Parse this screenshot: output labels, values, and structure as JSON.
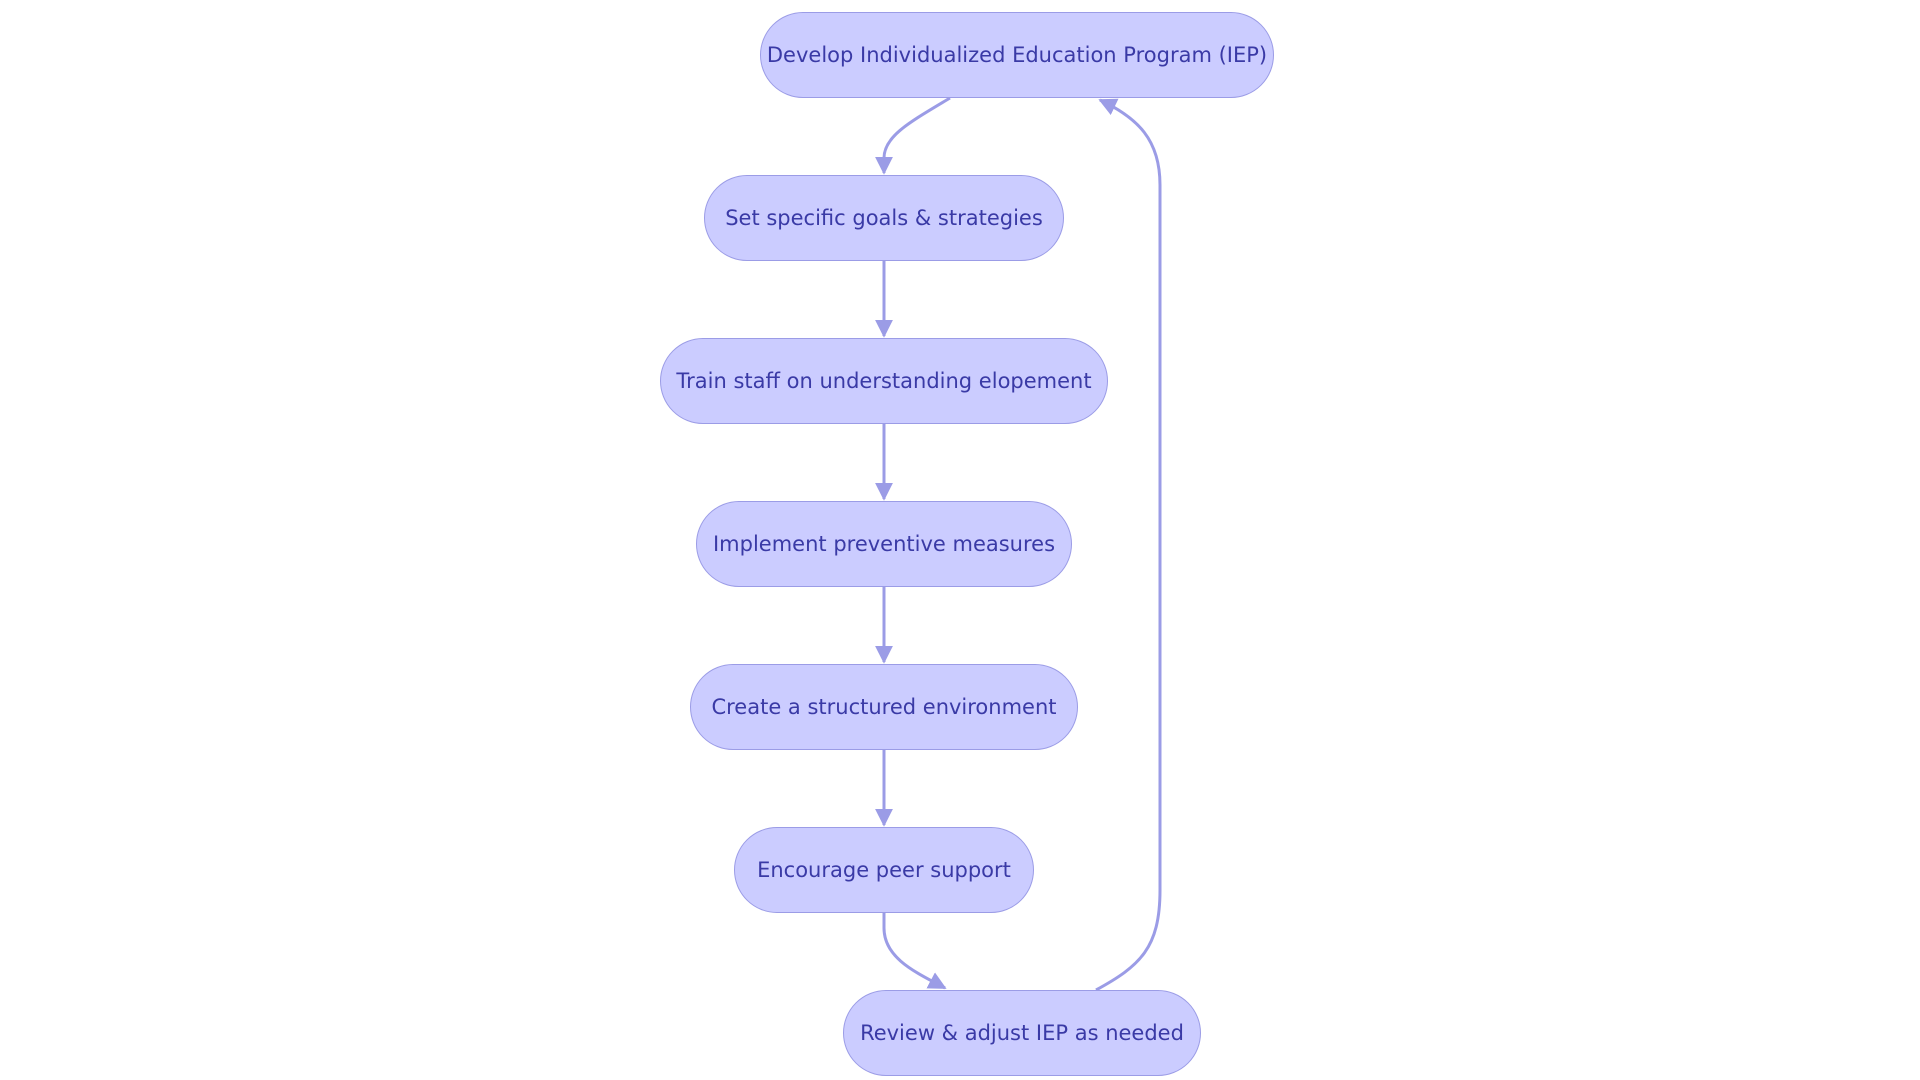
{
  "diagram": {
    "nodes": [
      {
        "id": "n1",
        "label": "Develop Individualized Education Program (IEP)"
      },
      {
        "id": "n2",
        "label": "Set specific goals & strategies"
      },
      {
        "id": "n3",
        "label": "Train staff on understanding elopement"
      },
      {
        "id": "n4",
        "label": "Implement preventive measures"
      },
      {
        "id": "n5",
        "label": "Create a structured environment"
      },
      {
        "id": "n6",
        "label": "Encourage peer support"
      },
      {
        "id": "n7",
        "label": "Review & adjust IEP as needed"
      }
    ],
    "edges": [
      {
        "from": "n1",
        "to": "n2"
      },
      {
        "from": "n2",
        "to": "n3"
      },
      {
        "from": "n3",
        "to": "n4"
      },
      {
        "from": "n4",
        "to": "n5"
      },
      {
        "from": "n5",
        "to": "n6"
      },
      {
        "from": "n6",
        "to": "n7"
      },
      {
        "from": "n7",
        "to": "n1"
      }
    ],
    "colors": {
      "node_fill": "#cbccff",
      "node_border": "#9b9ce6",
      "node_text": "#3a3aa6",
      "edge": "#9b9ce6"
    }
  }
}
